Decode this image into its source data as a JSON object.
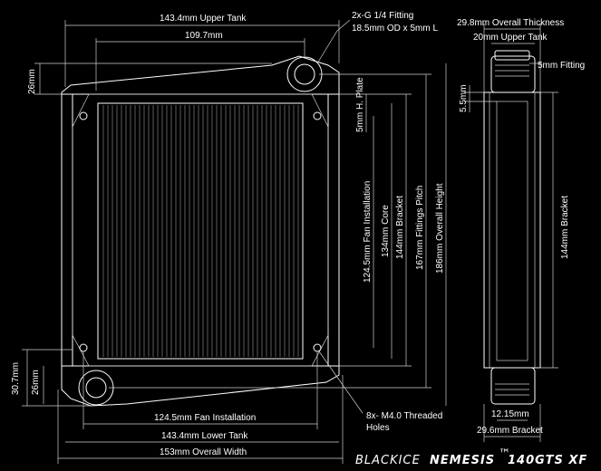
{
  "front_view": {
    "upper_tank_width": "143.4mm Upper Tank",
    "fitting_spacing": "109.7mm",
    "fitting_spec_line1": "2x-G 1/4 Fitting",
    "fitting_spec_line2": "18.5mm OD x 5mm L",
    "upper_tank_height": "26mm",
    "plate_thickness": "5mm H. Plate",
    "fan_install_vertical": "124.5mm Fan Installation",
    "core": "134mm Core",
    "bracket_height": "144mm Bracket",
    "fittings_pitch": "167mm Fittings Pitch",
    "overall_height": "186mm Overall Height",
    "lower_tank_overall_height": "30.7mm",
    "lower_tank_height": "26mm",
    "fan_install_horizontal": "124.5mm Fan Installation",
    "lower_tank_width": "143.4mm Lower Tank",
    "overall_width": "153mm Overall Width",
    "mount_holes_line1": "8x- M4.0 Threaded",
    "mount_holes_line2": "Holes"
  },
  "side_view": {
    "overall_thickness": "29.8mm Overall Thickness",
    "upper_tank": "20mm Upper Tank",
    "fitting": "5mm Fitting",
    "plate": "5.5mm",
    "bracket_height": "144mm Bracket",
    "inner_width": "12.15mm",
    "bracket_width": "29.6mm Bracket"
  },
  "branding": {
    "brand": "BLACKICE",
    "model": "NEMESIS",
    "trademark": "™",
    "variant": "140GTS XF"
  }
}
